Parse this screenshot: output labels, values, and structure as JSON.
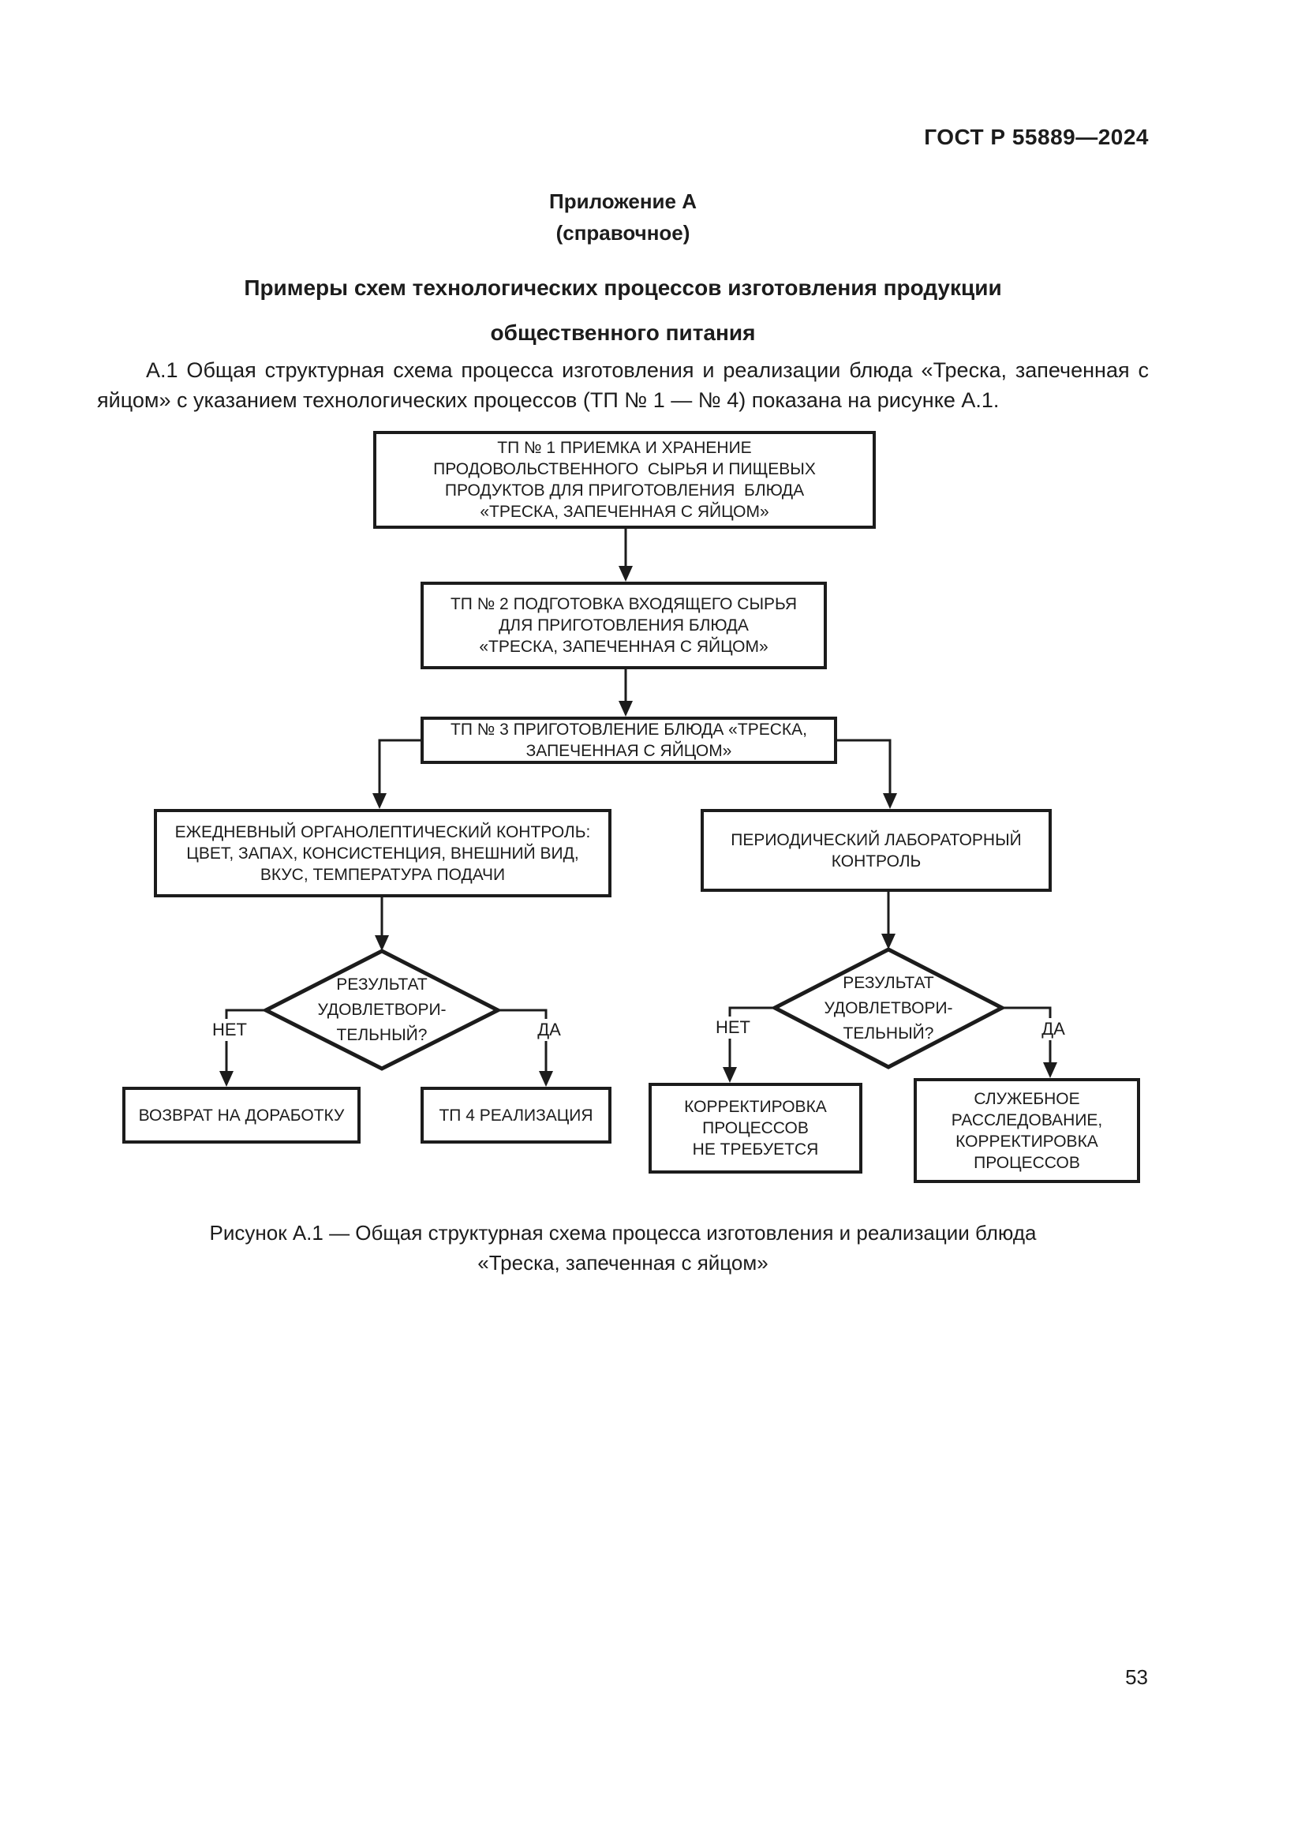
{
  "header": {
    "standard_ref": "ГОСТ Р 55889—2024"
  },
  "annex": {
    "title": "Приложение А",
    "subtitle": "(справочное)"
  },
  "heading": {
    "line1": "Примеры схем технологических процессов изготовления продукции",
    "line2": "общественного питания"
  },
  "paragraph": {
    "text": "А.1 Общая структурная схема процесса изготовления и реализации блюда «Треска, запеченная с яйцом» с указанием технологических процессов (ТП № 1 — № 4) показана на рисунке А.1."
  },
  "flowchart": {
    "tp1": {
      "lines": [
        "ТП № 1 ПРИЕМКА И ХРАНЕНИЕ",
        "ПРОДОВОЛЬСТВЕННОГО  СЫРЬЯ И ПИЩЕВЫХ",
        "ПРОДУКТОВ ДЛЯ ПРИГОТОВЛЕНИЯ  БЛЮДА",
        "«ТРЕСКА, ЗАПЕЧЕННАЯ С ЯЙЦОМ»"
      ]
    },
    "tp2": {
      "lines": [
        "ТП № 2 ПОДГОТОВКА ВХОДЯЩЕГО СЫРЬЯ",
        "ДЛЯ ПРИГОТОВЛЕНИЯ БЛЮДА",
        "«ТРЕСКА, ЗАПЕЧЕННАЯ С ЯЙЦОМ»"
      ]
    },
    "tp3": {
      "lines": [
        "ТП № 3 ПРИГОТОВЛЕНИЕ БЛЮДА «ТРЕСКА,",
        "ЗАПЕЧЕННАЯ С ЯЙЦОМ»"
      ]
    },
    "organoleptic_control": {
      "lines": [
        "ЕЖЕДНЕВНЫЙ ОРГАНОЛЕПТИЧЕСКИЙ КОНТРОЛЬ:",
        "ЦВЕТ, ЗАПАХ, КОНСИСТЕНЦИЯ, ВНЕШНИЙ ВИД,",
        "ВКУС, ТЕМПЕРАТУРА ПОДАЧИ"
      ]
    },
    "laboratory_control": {
      "lines": [
        "ПЕРИОДИЧЕСКИЙ ЛАБОРАТОРНЫЙ",
        "КОНТРОЛЬ"
      ]
    },
    "decision_left": {
      "lines": [
        "РЕЗУЛЬТАТ",
        "УДОВЛЕТВОРИ-",
        "ТЕЛЬНЫЙ?"
      ]
    },
    "decision_right": {
      "lines": [
        "РЕЗУЛЬТАТ",
        "УДОВЛЕТВОРИ-",
        "ТЕЛЬНЫЙ?"
      ]
    },
    "labels": {
      "no_left": "НЕТ",
      "yes_left": "ДА",
      "no_right": "НЕТ",
      "yes_right": "ДА"
    },
    "rework": {
      "lines": [
        "ВОЗВРАТ НА ДОРАБОТКУ"
      ]
    },
    "tp4": {
      "lines": [
        "ТП 4 РЕАЛИЗАЦИЯ"
      ]
    },
    "no_correction": {
      "lines": [
        "КОРРЕКТИРОВКА",
        "ПРОЦЕССОВ",
        "НЕ ТРЕБУЕТСЯ"
      ]
    },
    "investigation": {
      "lines": [
        "СЛУЖЕБНОЕ",
        "РАССЛЕДОВАНИЕ,",
        "КОРРЕКТИРОВКА",
        "ПРОЦЕССОВ"
      ]
    }
  },
  "caption": {
    "line1": "Рисунок А.1 — Общая структурная схема процесса изготовления и реализации блюда",
    "line2": "«Треска, запеченная с яйцом»"
  },
  "footer": {
    "page_number": "53"
  },
  "colors": {
    "ink": "#1c1c1c",
    "background": "#ffffff"
  }
}
